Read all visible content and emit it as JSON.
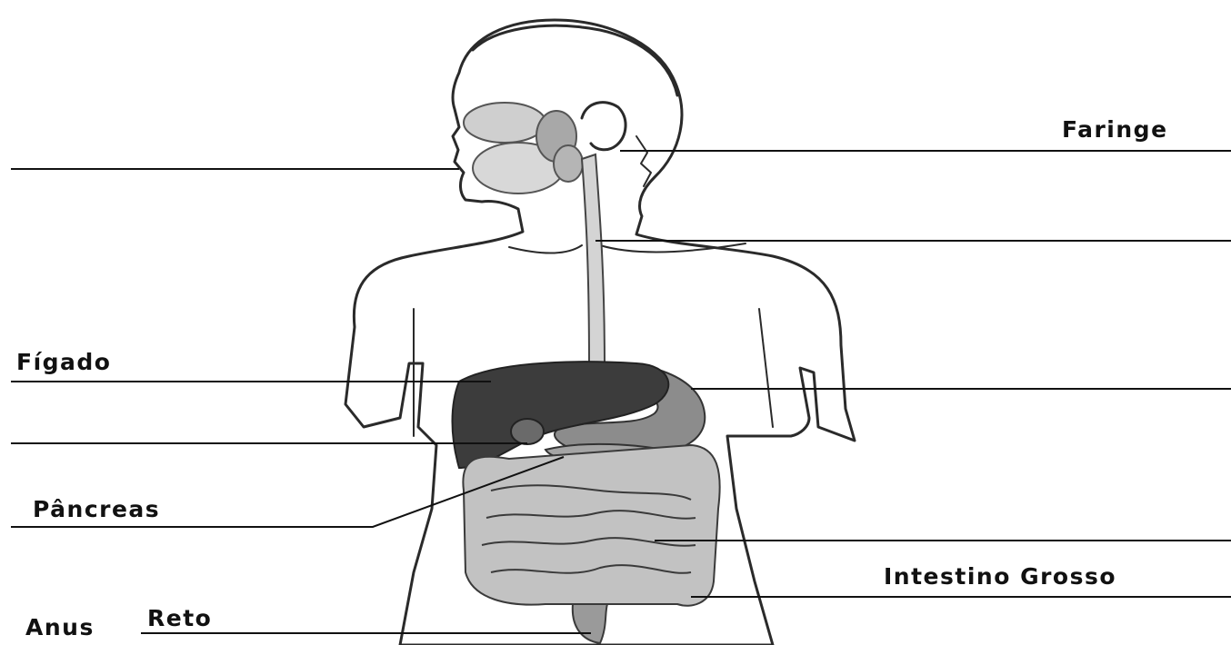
{
  "labels": {
    "faringe": "Faringe",
    "figado": "Fígado",
    "pancreas": "Pâncreas",
    "intestino_grosso": "Intestino Grosso",
    "anus": "Anus",
    "reto": "Reto"
  },
  "colors": {
    "ink": "#111111",
    "body_line": "#2a2a2a",
    "organ_light": "#bdbdbd",
    "organ_mid": "#8c8c8c",
    "liver": "#3c3c3c",
    "watermark": "#ececec"
  }
}
